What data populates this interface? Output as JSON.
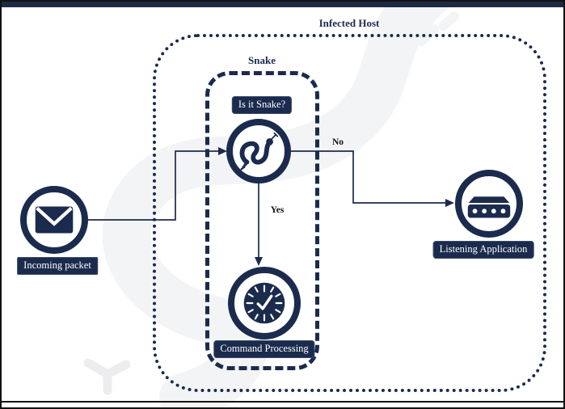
{
  "diagram": {
    "outer_boundary_label": "Infected Host",
    "inner_boundary_label": "Snake",
    "decision_label": "Is it Snake?",
    "branch_no_label": "No",
    "branch_yes_label": "Yes",
    "incoming_label": "Incoming packet",
    "listening_label": "Listening Application",
    "command_label": "Command Processing",
    "icons": {
      "incoming": "envelope-icon",
      "decision": "snake-icon",
      "listening": "server-icon",
      "command": "gauge-check-icon"
    },
    "colors": {
      "navy": "#1b2b4d",
      "top_bar": "#1d2a44",
      "background": "#ffffff",
      "watermark": "#f3f4f6"
    }
  }
}
